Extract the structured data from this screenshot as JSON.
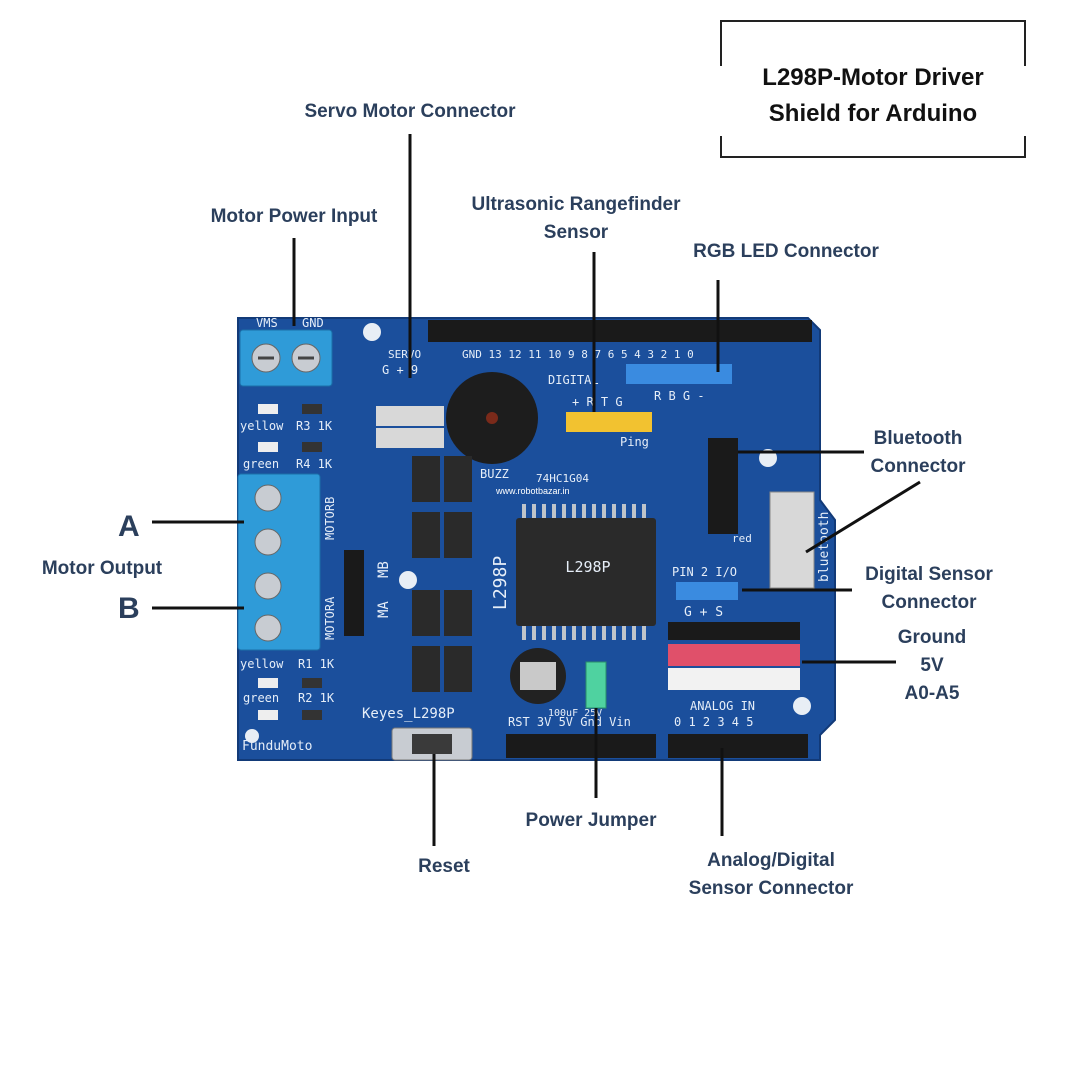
{
  "title": {
    "line1": "L298P-Motor Driver",
    "line2": "Shield for Arduino"
  },
  "labels": {
    "servo_motor_connector": "Servo Motor Connector",
    "motor_power_input": "Motor Power Input",
    "ultrasonic": "Ultrasonic Rangefinder\nSensor",
    "rgb_led_connector": "RGB LED Connector",
    "bluetooth_connector": "Bluetooth\nConnector",
    "digital_sensor_connector": "Digital Sensor\nConnector",
    "ground_5v_a0a5": "Ground\n5V\nA0-A5",
    "motor_output": "Motor Output",
    "a": "A",
    "b": "B",
    "reset": "Reset",
    "power_jumper": "Power Jumper",
    "analog_digital_sensor": "Analog/Digital\nSensor Connector"
  },
  "board_silkscreen": {
    "vms": "VMS",
    "gnd": "GND",
    "servo": "SERVO",
    "servo_pins": "G  +  9",
    "digital": "DIGITAL",
    "digital_pins": "GND 13 12 11 10  9  8    7  6  5  4  3  2  1  0",
    "ping_pins": "+  R  T  G",
    "ping": "Ping",
    "rgb_pins": "R  B  G  -",
    "buzz": "BUZZ",
    "chip_name": "L298P",
    "chip_small": "74HC1G04",
    "vertical_chip": "L298P",
    "cap": "100uF 25V",
    "motorb": "MOTORB",
    "motora": "MOTORA",
    "mb": "MB",
    "ma": "MA",
    "yellow": "yellow",
    "green": "green",
    "r3": "R3 1K",
    "r4": "R4 1K",
    "r1": "R1 1K",
    "r2": "R2 1K",
    "keyes": "Keyes_L298P",
    "fundumoto": "FunduMoto",
    "pin2io": "PIN 2 I/O",
    "gps": "G  +  S",
    "analog": "ANALOG   IN",
    "analog_pins": "0  1  2  3  4  5",
    "power_pins": "RST 3V  5V Gnd Vin",
    "bluetooth": "bluetooth",
    "watermark": "www.robotbazar.in",
    "red": "red"
  },
  "colors": {
    "label_text": "#2b3f5c",
    "board_blue": "#1b4f9c",
    "terminal_blue": "#2f9bd8",
    "header_black": "#1a1a1a",
    "ping_yellow": "#f2c230",
    "jumper_green": "#4fd2a0",
    "rgb_header_blue": "#3a8be0",
    "red_header": "#e0506a"
  }
}
